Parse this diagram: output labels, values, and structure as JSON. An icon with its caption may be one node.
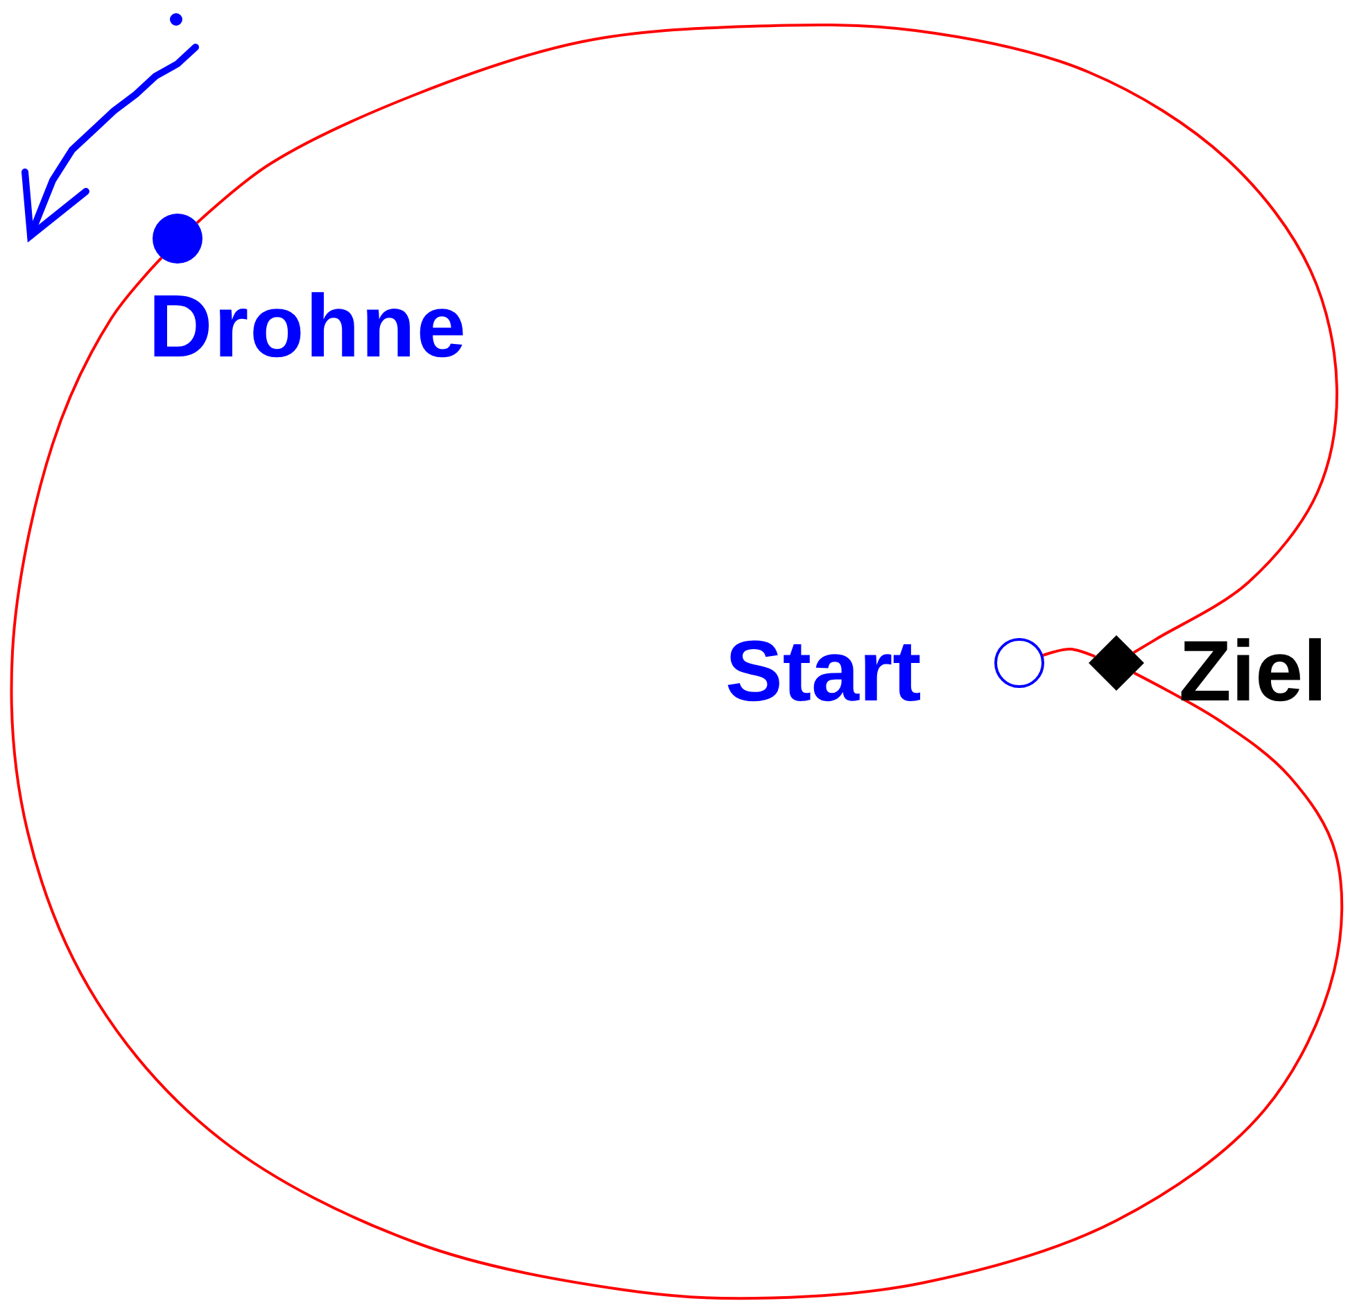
{
  "diagram": {
    "nodes": [
      {
        "text": [],
        "shape": "circle",
        "beside": [
          "Drohne"
        ]
      },
      {
        "text": [],
        "shape": "circle",
        "beside": [
          "Start"
        ]
      },
      {
        "text": [],
        "shape": "diamond",
        "beside": [
          "Ziel"
        ]
      }
    ],
    "edges": [
      {
        "from": 1,
        "to": 2,
        "arrow": "none"
      },
      {
        "from": 2,
        "to": 0,
        "arrow": "none"
      },
      {
        "from": 0,
        "to": 2,
        "arrow": "none"
      }
    ]
  }
}
